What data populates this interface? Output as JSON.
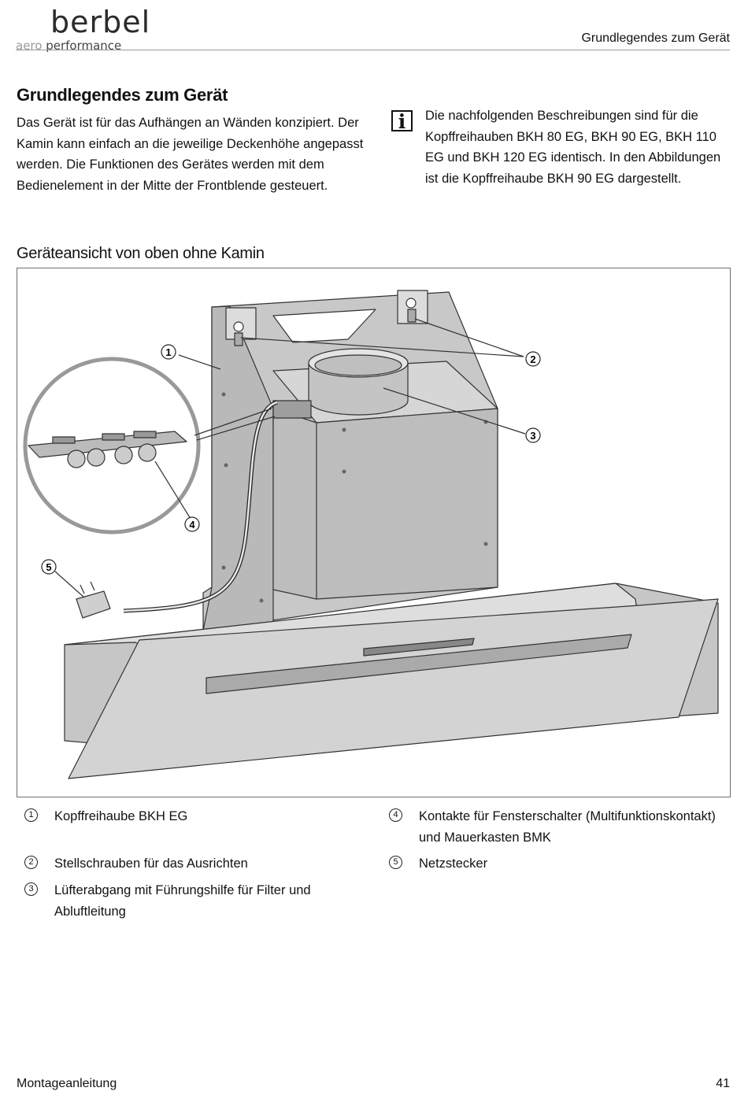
{
  "header": {
    "brand": "berbel",
    "tagline_prefix": "aero",
    "tagline_suffix": "performance",
    "section_title": "Grundlegendes zum Gerät"
  },
  "section1": {
    "heading": "Grundlegendes zum Gerät",
    "body": "Das Gerät ist für das Aufhängen an Wänden konzipiert. Der Kamin kann einfach an die jeweilige Deckenhöhe angepasst werden. Die Funktionen des Gerätes werden mit dem Bedienelement in der Mitte der Frontblende gesteuert."
  },
  "info": {
    "icon": "info-icon",
    "icon_glyph": "i",
    "text": "Die nachfolgenden Beschreibungen sind für die Kopffreihauben BKH 80 EG, BKH 90 EG, BKH 110 EG und BKH 120 EG identisch. In den Abbildungen ist die Kopffreihaube BKH 90 EG dargestellt."
  },
  "section2": {
    "heading": "Geräteansicht von oben ohne Kamin"
  },
  "figure": {
    "callouts": [
      "1",
      "2",
      "3",
      "4",
      "5"
    ]
  },
  "legend": [
    {
      "num": "1",
      "text": "Kopffreihaube BKH EG"
    },
    {
      "num": "2",
      "text": "Stellschrauben für das Ausrichten"
    },
    {
      "num": "3",
      "text": "Lüfterabgang mit Führungshilfe für Filter und Abluftleitung"
    },
    {
      "num": "4",
      "text": "Kontakte für Fensterschalter (Multifunktionskontakt) und Mauerkasten BMK"
    },
    {
      "num": "5",
      "text": "Netzstecker"
    }
  ],
  "footer": {
    "left": "Montageanleitung",
    "page": "41"
  }
}
